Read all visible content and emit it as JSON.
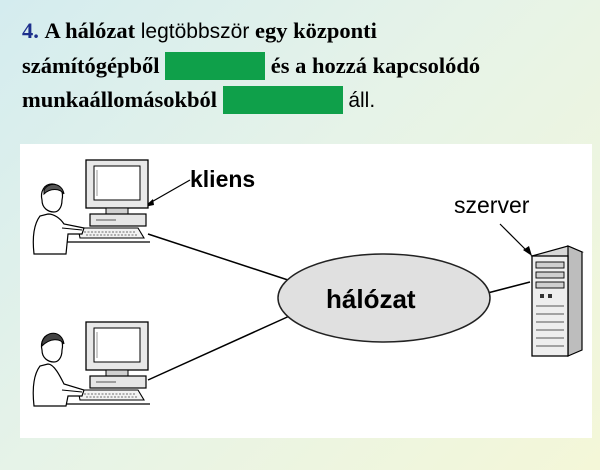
{
  "question": {
    "number": "4.",
    "seg1": "A hálózat",
    "seg2": "legtöbbször",
    "seg3": "egy központi",
    "seg4": "számítógépből",
    "seg5": "és a hozzá kapcsolódó",
    "seg6": "munkaállomásokból",
    "seg7": "áll."
  },
  "diagram": {
    "client_label": "kliens",
    "server_label": "szerver",
    "network_label": "hálózat"
  },
  "colors": {
    "number": "#1c2f8c",
    "blank": "#0fa04a"
  }
}
